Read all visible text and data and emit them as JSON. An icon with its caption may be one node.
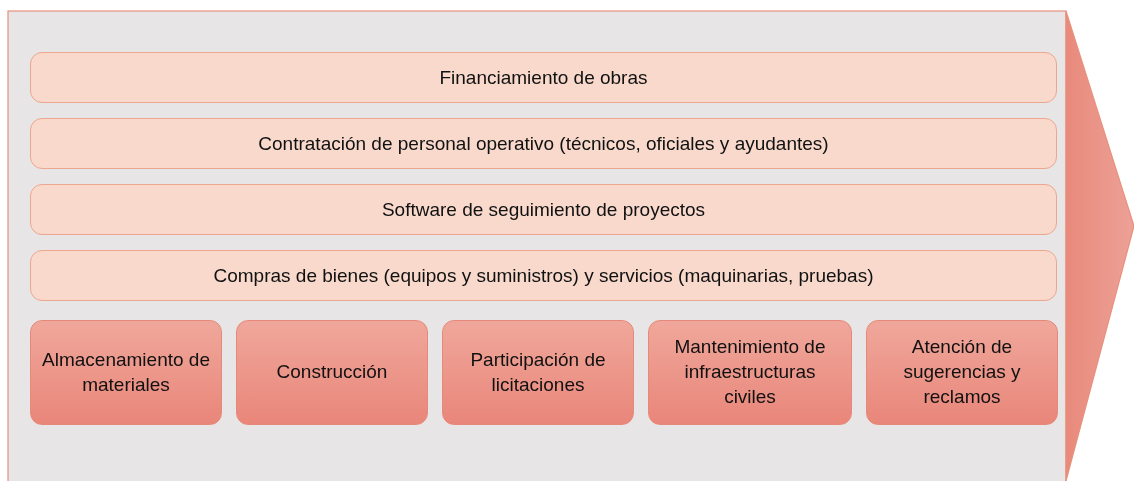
{
  "diagram": {
    "nodes": [
      {
        "text": [
          "Financiamiento de obras"
        ]
      },
      {
        "text": [
          "Contratación de personal operativo (técnicos, oficiales y ayudantes)"
        ]
      },
      {
        "text": [
          "Software de seguimiento de proyectos"
        ]
      },
      {
        "text": [
          "Compras de bienes (equipos y suministros) y servicios (maquinarias, pruebas)"
        ]
      },
      {
        "text": [
          "Almacenamiento de materiales"
        ]
      },
      {
        "text": [
          "Construcción"
        ]
      },
      {
        "text": [
          "Participación de licitaciones"
        ]
      },
      {
        "text": [
          "Mantenimiento de infraestructuras civiles"
        ]
      },
      {
        "text": [
          "Atención de sugerencias y reclamos"
        ]
      }
    ]
  }
}
